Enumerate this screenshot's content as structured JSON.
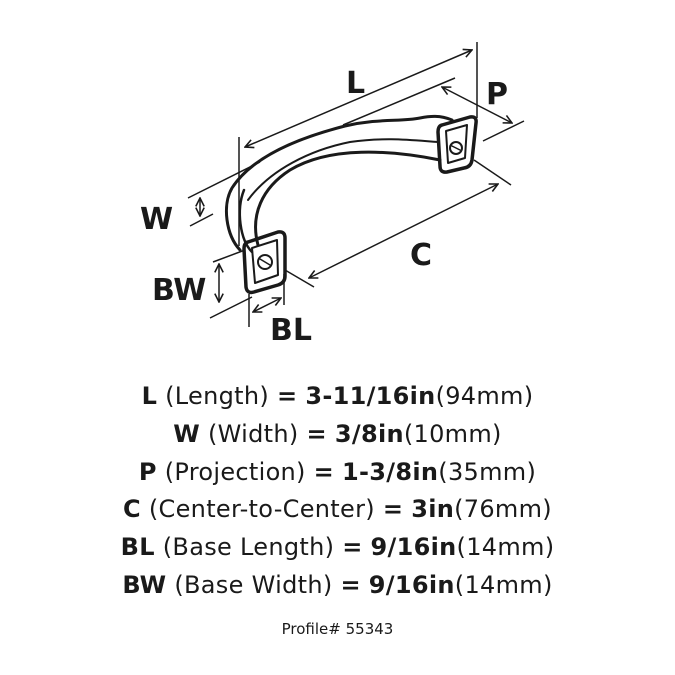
{
  "diagram": {
    "labels": {
      "L": "L",
      "P": "P",
      "W": "W",
      "C": "C",
      "BW": "BW",
      "BL": "BL"
    }
  },
  "specs": [
    {
      "code": "L",
      "name": "(Length)",
      "eq": "=",
      "imperial": "3-11/16in",
      "metric": "(94mm)"
    },
    {
      "code": "W",
      "name": "(Width)",
      "eq": "=",
      "imperial": "3/8in",
      "metric": "(10mm)"
    },
    {
      "code": "P",
      "name": "(Projection)",
      "eq": "=",
      "imperial": "1-3/8in",
      "metric": "(35mm)"
    },
    {
      "code": "C",
      "name": "(Center-to-Center)",
      "eq": "=",
      "imperial": "3in",
      "metric": "(76mm)"
    },
    {
      "code": "BL",
      "name": "(Base Length)",
      "eq": "=",
      "imperial": "9/16in",
      "metric": "(14mm)"
    },
    {
      "code": "BW",
      "name": "(Base Width)",
      "eq": "=",
      "imperial": "9/16in",
      "metric": "(14mm)"
    }
  ],
  "profile": "Profile# 55343"
}
